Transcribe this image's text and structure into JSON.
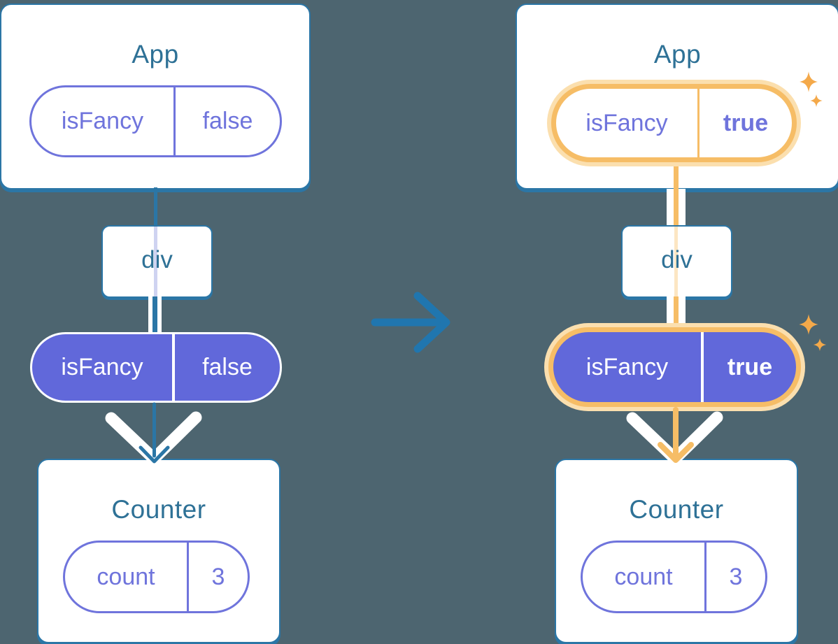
{
  "before": {
    "app": {
      "name": "App",
      "state_key": "isFancy",
      "state_value": "false"
    },
    "container": {
      "label": "div"
    },
    "prop_key": "isFancy",
    "prop_value": "false",
    "counter": {
      "name": "Counter",
      "state_key": "count",
      "state_value": "3"
    }
  },
  "after": {
    "app": {
      "name": "App",
      "state_key": "isFancy",
      "state_value": "true"
    },
    "container": {
      "label": "div"
    },
    "prop_key": "isFancy",
    "prop_value": "true",
    "counter": {
      "name": "Counter",
      "state_key": "count",
      "state_value": "3"
    }
  },
  "icons": {
    "transition_arrow": "right-arrow",
    "sparkle": "four-point-sparkle"
  },
  "colors": {
    "background": "#4d6570",
    "card_outline": "#2b76a6",
    "component_text": "#2e7196",
    "purple_fill": "#6168da",
    "purple_outline": "#6f74dc",
    "highlight_orange": "#f6bd66",
    "highlight_glow": "#fbdfae",
    "sparkle": "#f4a94a",
    "transition_arrow_blue": "#2076af",
    "pipe_white": "#ffffff"
  }
}
